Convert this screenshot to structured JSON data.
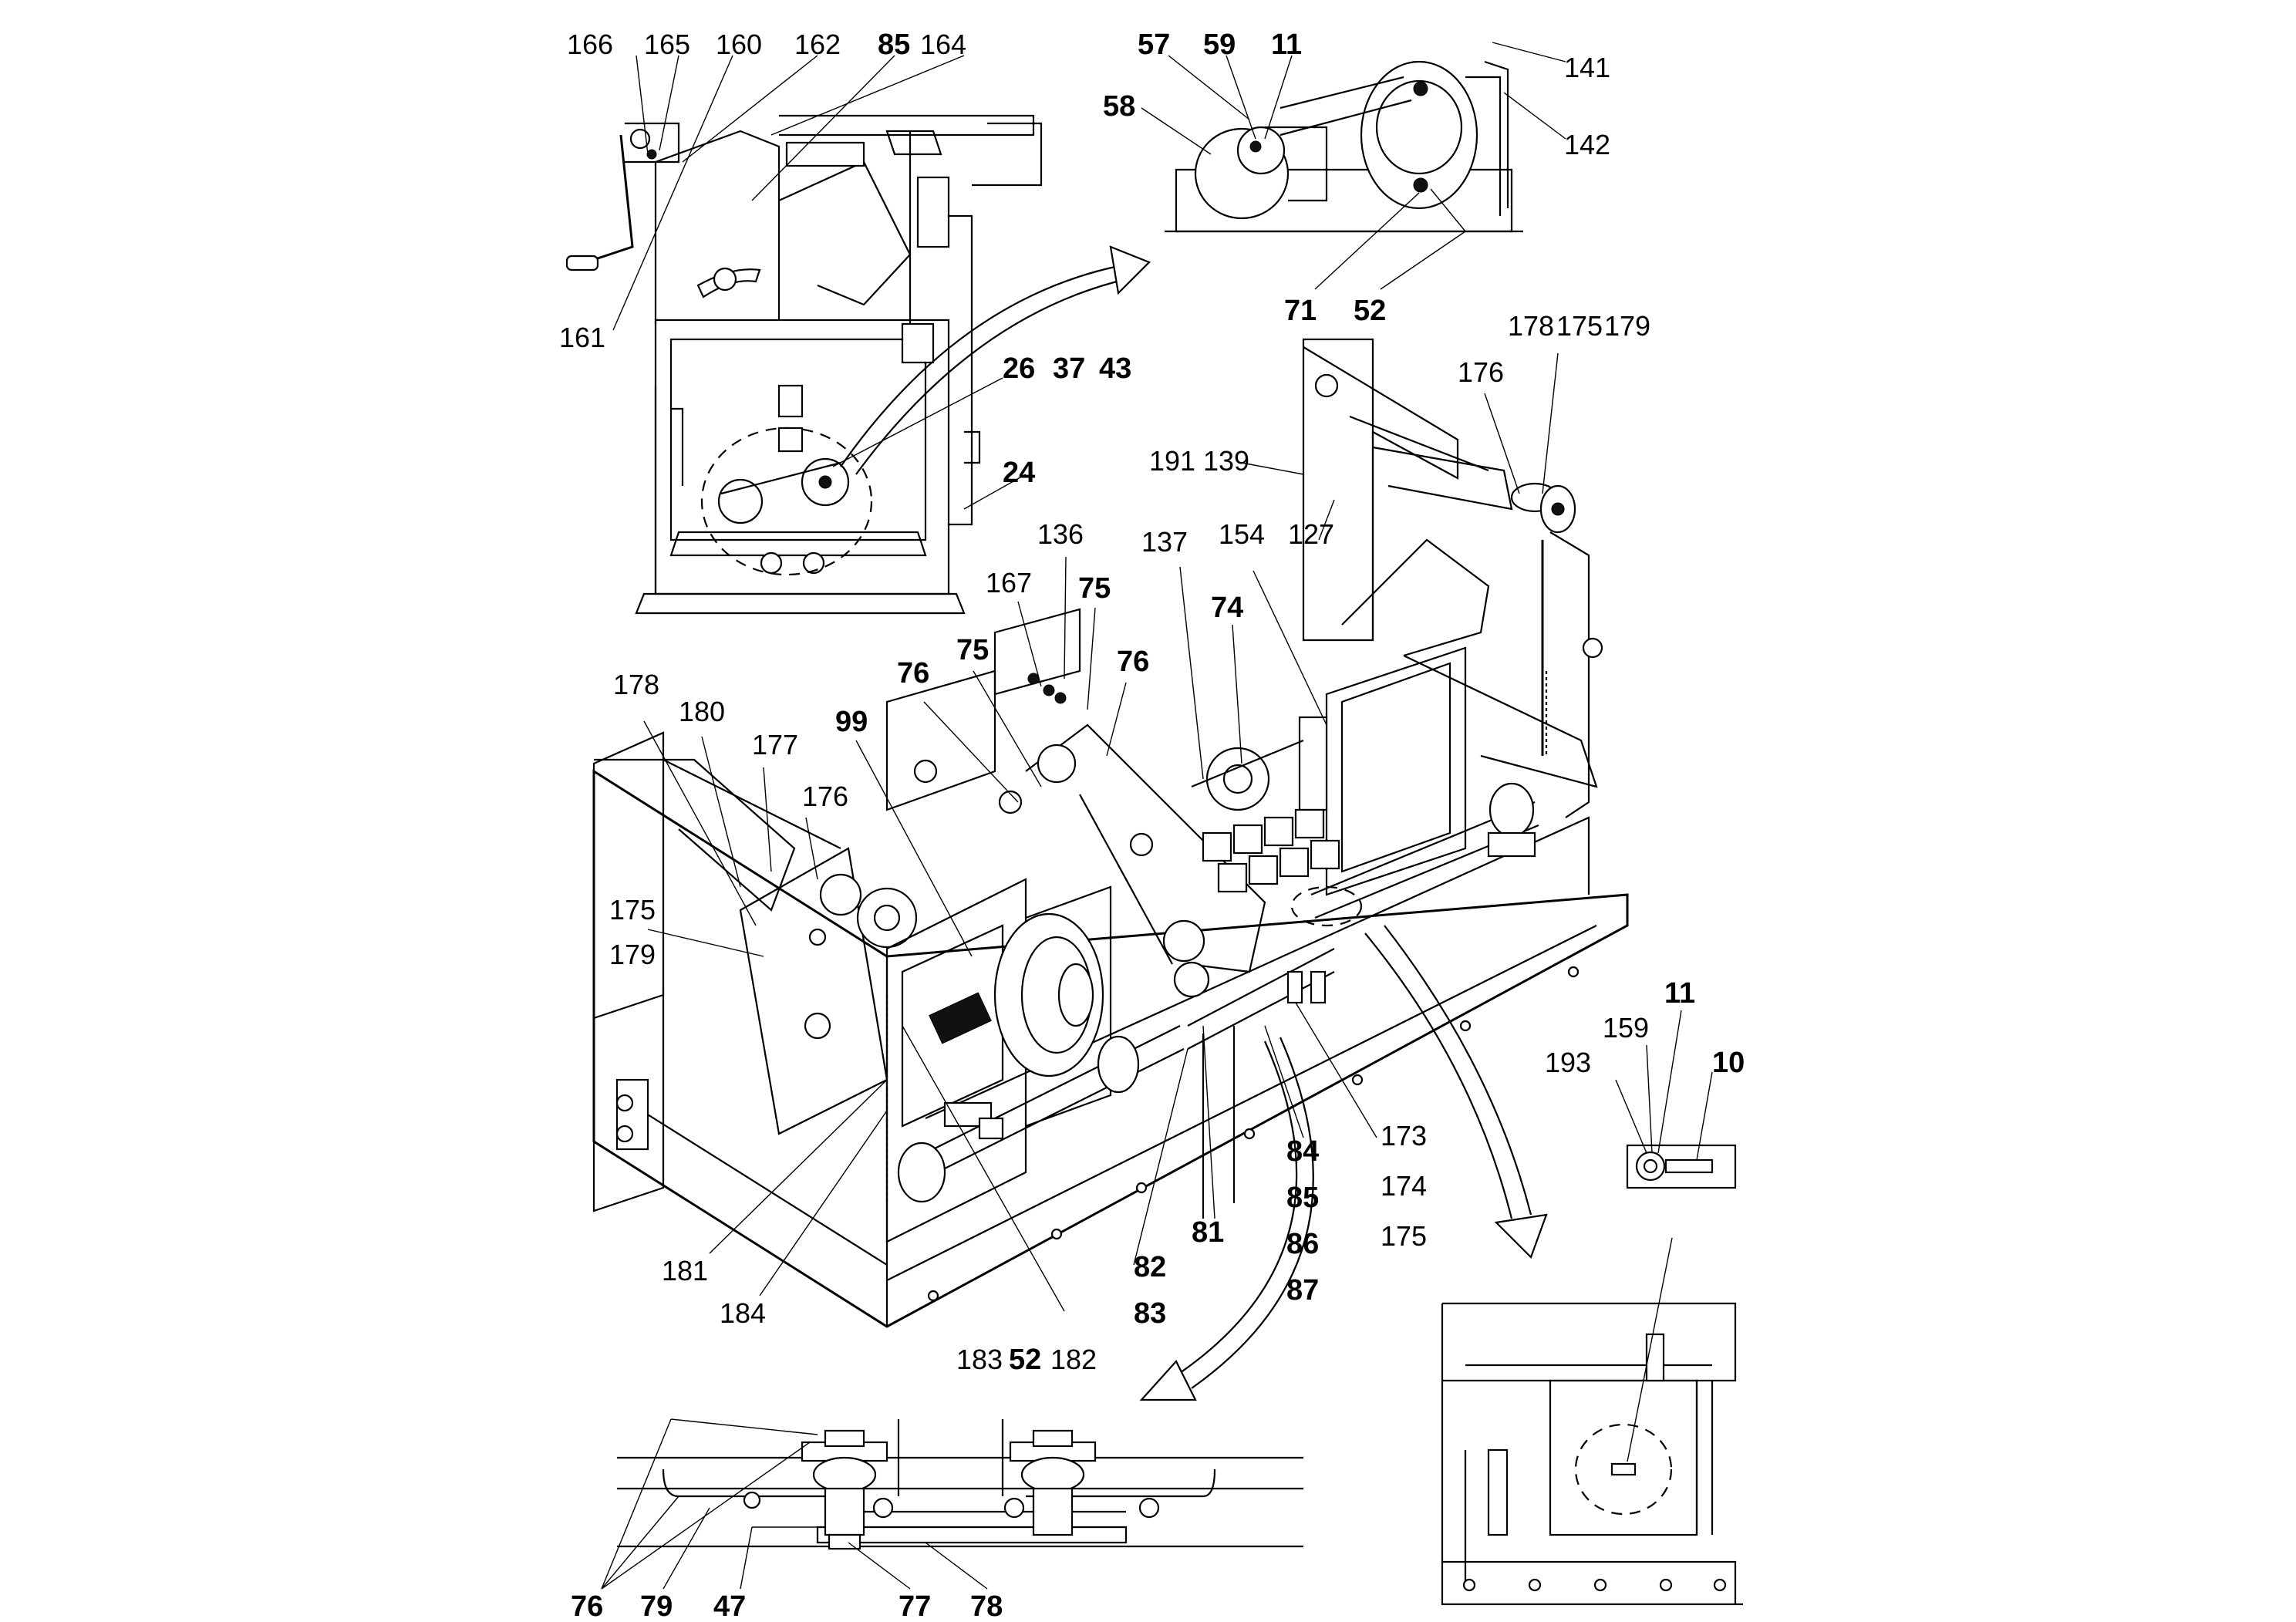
{
  "title": "",
  "callouts": [
    {
      "id": "c166",
      "text": "166"
    },
    {
      "id": "c165",
      "text": "165"
    },
    {
      "id": "c160",
      "text": "160"
    },
    {
      "id": "c162",
      "text": "162"
    },
    {
      "id": "c85a",
      "text": "85"
    },
    {
      "id": "c164",
      "text": "164"
    },
    {
      "id": "c161",
      "text": "161"
    },
    {
      "id": "c26",
      "text": "26"
    },
    {
      "id": "c37",
      "text": "37"
    },
    {
      "id": "c43",
      "text": "43"
    },
    {
      "id": "c24",
      "text": "24"
    },
    {
      "id": "c57",
      "text": "57"
    },
    {
      "id": "c59",
      "text": "59"
    },
    {
      "id": "c11a",
      "text": "11"
    },
    {
      "id": "c58",
      "text": "58"
    },
    {
      "id": "c141",
      "text": "141"
    },
    {
      "id": "c142",
      "text": "142"
    },
    {
      "id": "c71",
      "text": "71"
    },
    {
      "id": "c52a",
      "text": "52"
    },
    {
      "id": "c178a",
      "text": "178"
    },
    {
      "id": "c175a",
      "text": "175"
    },
    {
      "id": "c179a",
      "text": "179"
    },
    {
      "id": "c176a",
      "text": "176"
    },
    {
      "id": "c191",
      "text": "191"
    },
    {
      "id": "c139",
      "text": "139"
    },
    {
      "id": "c127",
      "text": "127"
    },
    {
      "id": "c137",
      "text": "137"
    },
    {
      "id": "c154",
      "text": "154"
    },
    {
      "id": "c74",
      "text": "74"
    },
    {
      "id": "c136",
      "text": "136"
    },
    {
      "id": "c167",
      "text": "167"
    },
    {
      "id": "c75a",
      "text": "75"
    },
    {
      "id": "c75b",
      "text": "75"
    },
    {
      "id": "c76a",
      "text": "76"
    },
    {
      "id": "c76b",
      "text": "76"
    },
    {
      "id": "c99",
      "text": "99"
    },
    {
      "id": "c178b",
      "text": "178"
    },
    {
      "id": "c180",
      "text": "180"
    },
    {
      "id": "c177",
      "text": "177"
    },
    {
      "id": "c176b",
      "text": "176"
    },
    {
      "id": "c175b",
      "text": "175"
    },
    {
      "id": "c179b",
      "text": "179"
    },
    {
      "id": "c11b",
      "text": "11"
    },
    {
      "id": "c159",
      "text": "159"
    },
    {
      "id": "c193",
      "text": "193"
    },
    {
      "id": "c10",
      "text": "10"
    },
    {
      "id": "c173",
      "text": "173"
    },
    {
      "id": "c174",
      "text": "174"
    },
    {
      "id": "c175c",
      "text": "175"
    },
    {
      "id": "c84",
      "text": "84"
    },
    {
      "id": "c85b",
      "text": "85"
    },
    {
      "id": "c86",
      "text": "86"
    },
    {
      "id": "c87",
      "text": "87"
    },
    {
      "id": "c81",
      "text": "81"
    },
    {
      "id": "c82",
      "text": "82"
    },
    {
      "id": "c83",
      "text": "83"
    },
    {
      "id": "c181",
      "text": "181"
    },
    {
      "id": "c184",
      "text": "184"
    },
    {
      "id": "c183",
      "text": "183"
    },
    {
      "id": "c52b",
      "text": "52"
    },
    {
      "id": "c182",
      "text": "182"
    },
    {
      "id": "c76c",
      "text": "76"
    },
    {
      "id": "c79",
      "text": "79"
    },
    {
      "id": "c47",
      "text": "47"
    },
    {
      "id": "c77",
      "text": "77"
    },
    {
      "id": "c78",
      "text": "78"
    }
  ]
}
